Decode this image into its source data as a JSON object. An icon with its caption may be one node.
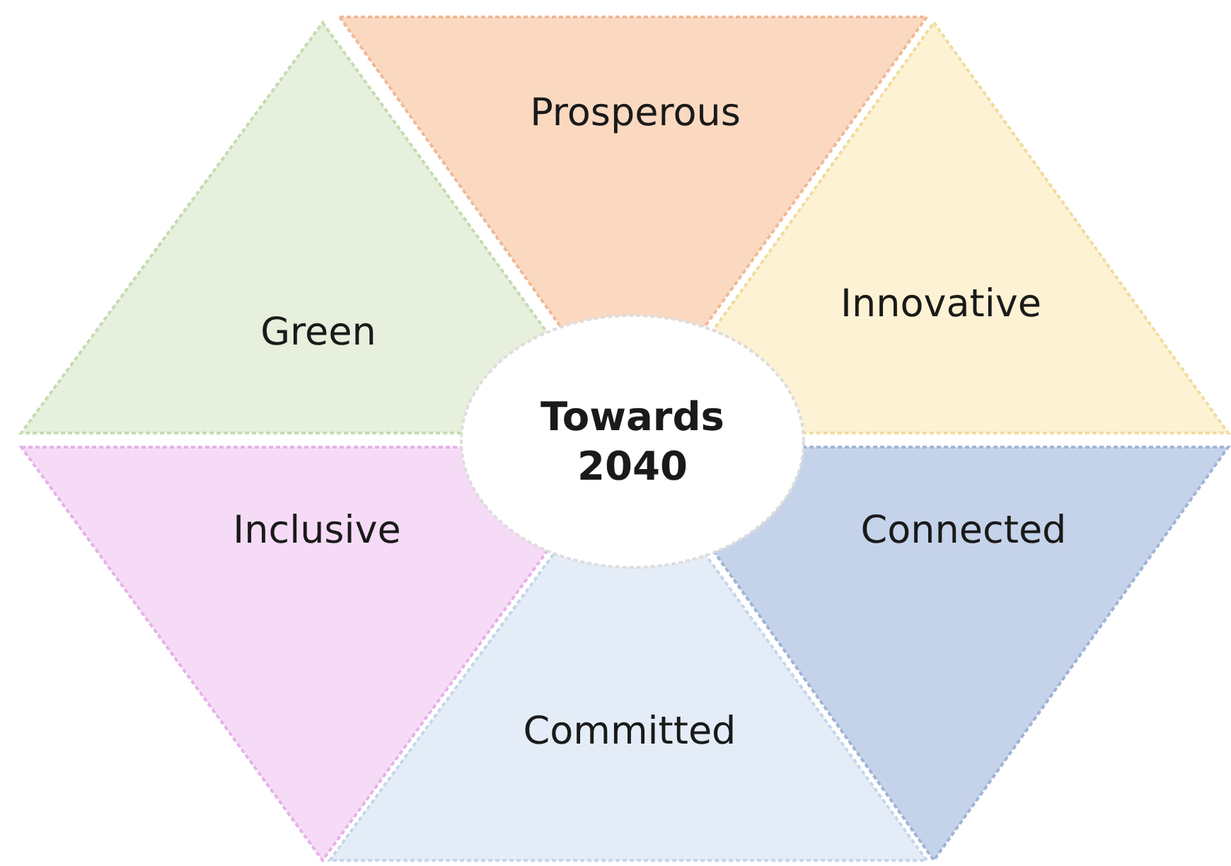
{
  "diagram": {
    "nodes": [
      {
        "text": [
          "Prosperous"
        ]
      },
      {
        "text": [
          "Innovative"
        ]
      },
      {
        "text": [
          "Green"
        ]
      },
      {
        "text": [
          "Towards 2040"
        ]
      },
      {
        "text": [
          "Inclusive"
        ]
      },
      {
        "text": [
          "Connected"
        ]
      },
      {
        "text": [
          "Committed"
        ]
      }
    ]
  }
}
